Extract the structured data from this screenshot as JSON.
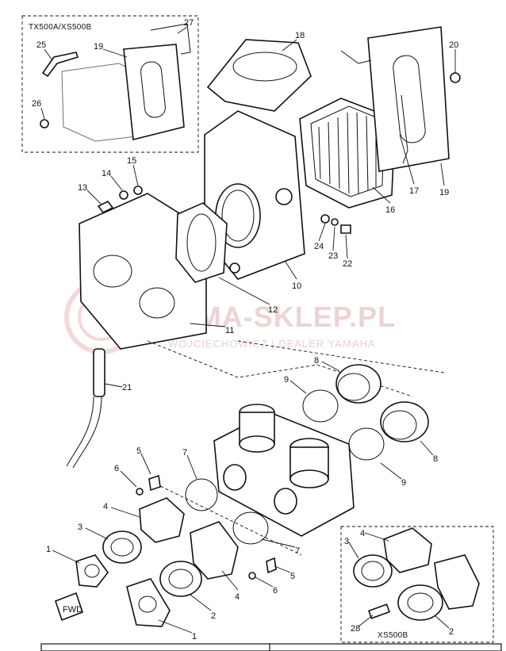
{
  "diagram": {
    "inset_top_title": "TX500A/XS500B",
    "inset_bottom_title": "XS500B",
    "fwd_label": "FWD",
    "footer_left": "",
    "footer_right": "",
    "watermark": {
      "main": "YAMA-SKLEP.PL",
      "sub": "WOJCIECHOWICZ | DEALER YAMAHA"
    },
    "callouts": {
      "c1a": "1",
      "c1b": "1",
      "c2a": "2",
      "c2b": "2",
      "c3a": "3",
      "c3b": "3",
      "c4a": "4",
      "c4b": "4",
      "c4c": "4",
      "c5a": "5",
      "c5b": "5",
      "c6a": "6",
      "c6b": "6",
      "c7a": "7",
      "c7b": "7",
      "c8a": "8",
      "c8b": "8",
      "c9a": "9",
      "c9b": "9",
      "c10": "10",
      "c11": "11",
      "c12": "12",
      "c13": "13",
      "c14": "14",
      "c15": "15",
      "c16": "16",
      "c17": "17",
      "c18": "18",
      "c19a": "19",
      "c19b": "19",
      "c20": "20",
      "c21": "21",
      "c22": "22",
      "c23": "23",
      "c24": "24",
      "c25": "25",
      "c26": "26",
      "c27": "27",
      "c28": "28"
    }
  }
}
